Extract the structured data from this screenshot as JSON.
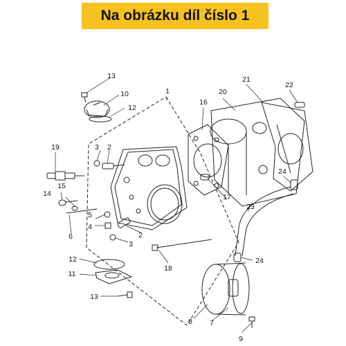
{
  "banner": {
    "text": "Na obrázku díl číslo 1"
  },
  "colors": {
    "banner": "#f7c21f",
    "line": "#222222"
  },
  "callouts": [
    {
      "id": "c13a",
      "label": "13"
    },
    {
      "id": "c10",
      "label": "10"
    },
    {
      "id": "c12a",
      "label": "12"
    },
    {
      "id": "c1",
      "label": "1"
    },
    {
      "id": "c20",
      "label": "20"
    },
    {
      "id": "c21",
      "label": "21"
    },
    {
      "id": "c22",
      "label": "22"
    },
    {
      "id": "c16",
      "label": "16"
    },
    {
      "id": "c19",
      "label": "19"
    },
    {
      "id": "c3a",
      "label": "3"
    },
    {
      "id": "c2a",
      "label": "2"
    },
    {
      "id": "c24a",
      "label": "24"
    },
    {
      "id": "c14",
      "label": "14"
    },
    {
      "id": "c15",
      "label": "15"
    },
    {
      "id": "c23",
      "label": "23"
    },
    {
      "id": "c17",
      "label": "17"
    },
    {
      "id": "c5",
      "label": "5"
    },
    {
      "id": "c6",
      "label": "6"
    },
    {
      "id": "c4",
      "label": "4"
    },
    {
      "id": "c2b",
      "label": "2"
    },
    {
      "id": "c3b",
      "label": "3"
    },
    {
      "id": "c12b",
      "label": "12"
    },
    {
      "id": "c24b",
      "label": "24"
    },
    {
      "id": "c11",
      "label": "11"
    },
    {
      "id": "c18",
      "label": "18"
    },
    {
      "id": "c13b",
      "label": "13"
    },
    {
      "id": "c8",
      "label": "8"
    },
    {
      "id": "c7",
      "label": "7"
    },
    {
      "id": "c9",
      "label": "9"
    }
  ]
}
